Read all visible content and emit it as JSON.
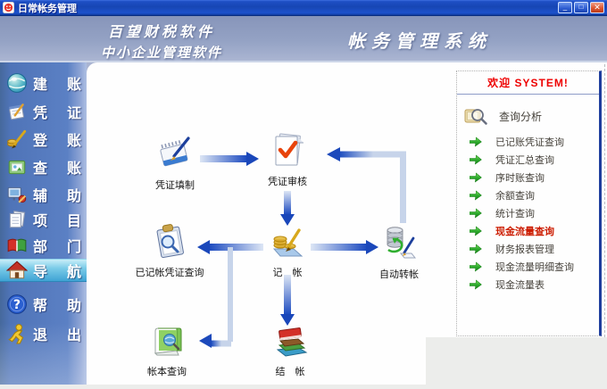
{
  "window": {
    "title": "日常帐务管理",
    "controls": {
      "minimize": "_",
      "maximize": "□",
      "close": "✕"
    }
  },
  "header": {
    "brand_line1": "百望财税软件",
    "brand_line2": "中小企业管理软件",
    "system_title": "帐务管理系统"
  },
  "sidebar": {
    "items": [
      {
        "icon": "globe-icon",
        "chars": [
          "建",
          "账"
        ],
        "active": false
      },
      {
        "icon": "notepad-icon",
        "chars": [
          "凭",
          "证"
        ],
        "active": false
      },
      {
        "icon": "pen-icon",
        "chars": [
          "登",
          "账"
        ],
        "active": false
      },
      {
        "icon": "folder-icon",
        "chars": [
          "查",
          "账"
        ],
        "active": false
      },
      {
        "icon": "tools-icon",
        "chars": [
          "辅",
          "助"
        ],
        "active": false
      },
      {
        "icon": "documents-icon",
        "chars": [
          "项",
          "目"
        ],
        "active": false
      },
      {
        "icon": "book-icon",
        "chars": [
          "部",
          "门"
        ],
        "active": false
      },
      {
        "icon": "home-icon",
        "chars": [
          "导",
          "航"
        ],
        "active": true
      },
      {
        "icon": "help-icon",
        "chars": [
          "帮",
          "助"
        ],
        "active": false
      },
      {
        "icon": "exit-icon",
        "chars": [
          "退",
          "出"
        ],
        "active": false
      }
    ]
  },
  "flowchart": {
    "nodes": [
      {
        "id": "voucher-entry",
        "label": "凭证填制"
      },
      {
        "id": "voucher-audit",
        "label": "凭证审核"
      },
      {
        "id": "posted-voucher-query",
        "label": "已记帐凭证查询"
      },
      {
        "id": "bookkeeping",
        "label": "记　帐"
      },
      {
        "id": "auto-transfer",
        "label": "自动转帐"
      },
      {
        "id": "ledger-query",
        "label": "帐本查询"
      },
      {
        "id": "closing",
        "label": "结　帐"
      }
    ]
  },
  "panel": {
    "welcome": "欢迎 SYSTEM!",
    "analysis_label": "查询分析",
    "items": [
      {
        "label": "已记账凭证查询",
        "highlight": false
      },
      {
        "label": "凭证汇总查询",
        "highlight": false
      },
      {
        "label": "序时账查询",
        "highlight": false
      },
      {
        "label": "余额查询",
        "highlight": false
      },
      {
        "label": "统计查询",
        "highlight": false
      },
      {
        "label": "现金流量查询",
        "highlight": true
      },
      {
        "label": "财务报表管理",
        "highlight": false
      },
      {
        "label": "现金流量明细查询",
        "highlight": false
      },
      {
        "label": "现金流量表",
        "highlight": false
      }
    ]
  },
  "colors": {
    "titlebar_blue": "#1746b4",
    "sidebar_blue": "#5b80c4",
    "welcome_red": "#ee0000",
    "highlight_red": "#cc1c00",
    "arrow_blue": "#1e4cc0",
    "green_arrow": "#2eac2e"
  }
}
